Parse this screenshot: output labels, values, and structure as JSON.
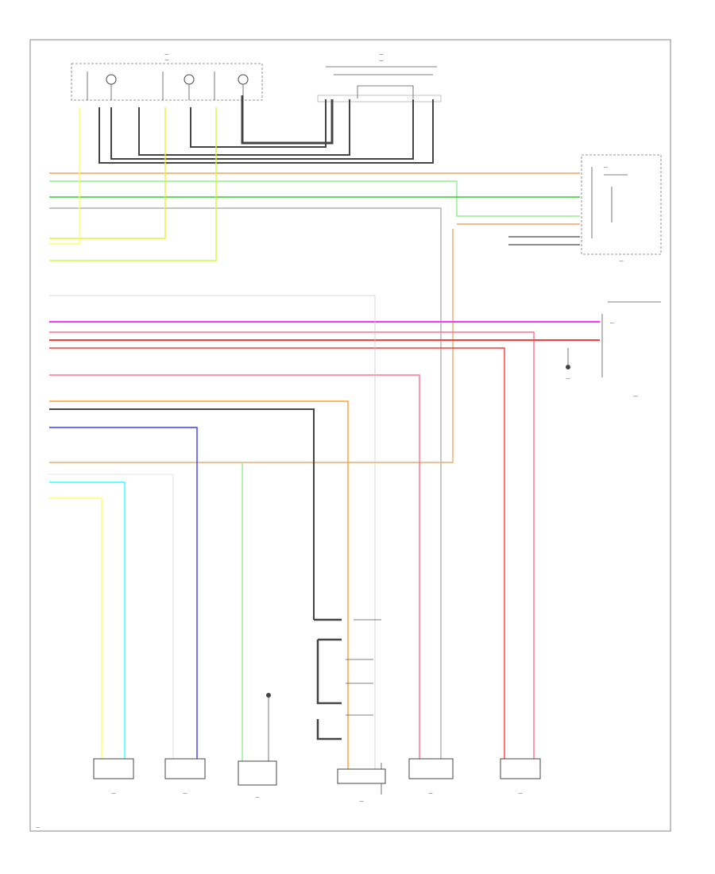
{
  "diagram_code": "—",
  "title_block": {
    "heading": "—",
    "subheading": "—",
    "right_heading": "—",
    "right_subheading": "—"
  },
  "connectors": {
    "top_bus": "—",
    "right_module": "—",
    "right_module_caption": "—",
    "right_component": "—",
    "right_component_caption": "—",
    "ground_label": "—"
  },
  "bottom_components": [
    {
      "id": "c1",
      "caption": "—"
    },
    {
      "id": "c2",
      "caption": "—"
    },
    {
      "id": "c3",
      "caption": "—"
    },
    {
      "id": "c4",
      "caption": "—"
    },
    {
      "id": "c5",
      "caption": "—"
    },
    {
      "id": "c6",
      "caption": "—"
    }
  ],
  "colors": {
    "orange": "#f4a460",
    "light_green": "#90ee90",
    "green": "#33cc33",
    "gray": "#b0b0b0",
    "yellow": "#eeee33",
    "yellow_green": "#ccff33",
    "magenta": "#ff33ff",
    "red": "#ff3b3b",
    "pink": "#ff6f91",
    "dark_orange": "#ff9f33",
    "tan": "#e0b070",
    "blue": "#3b3bff",
    "cyan": "#33ffff",
    "pale_yellow": "#ffff66",
    "black": "#444444",
    "light_gray": "#cccccc"
  }
}
